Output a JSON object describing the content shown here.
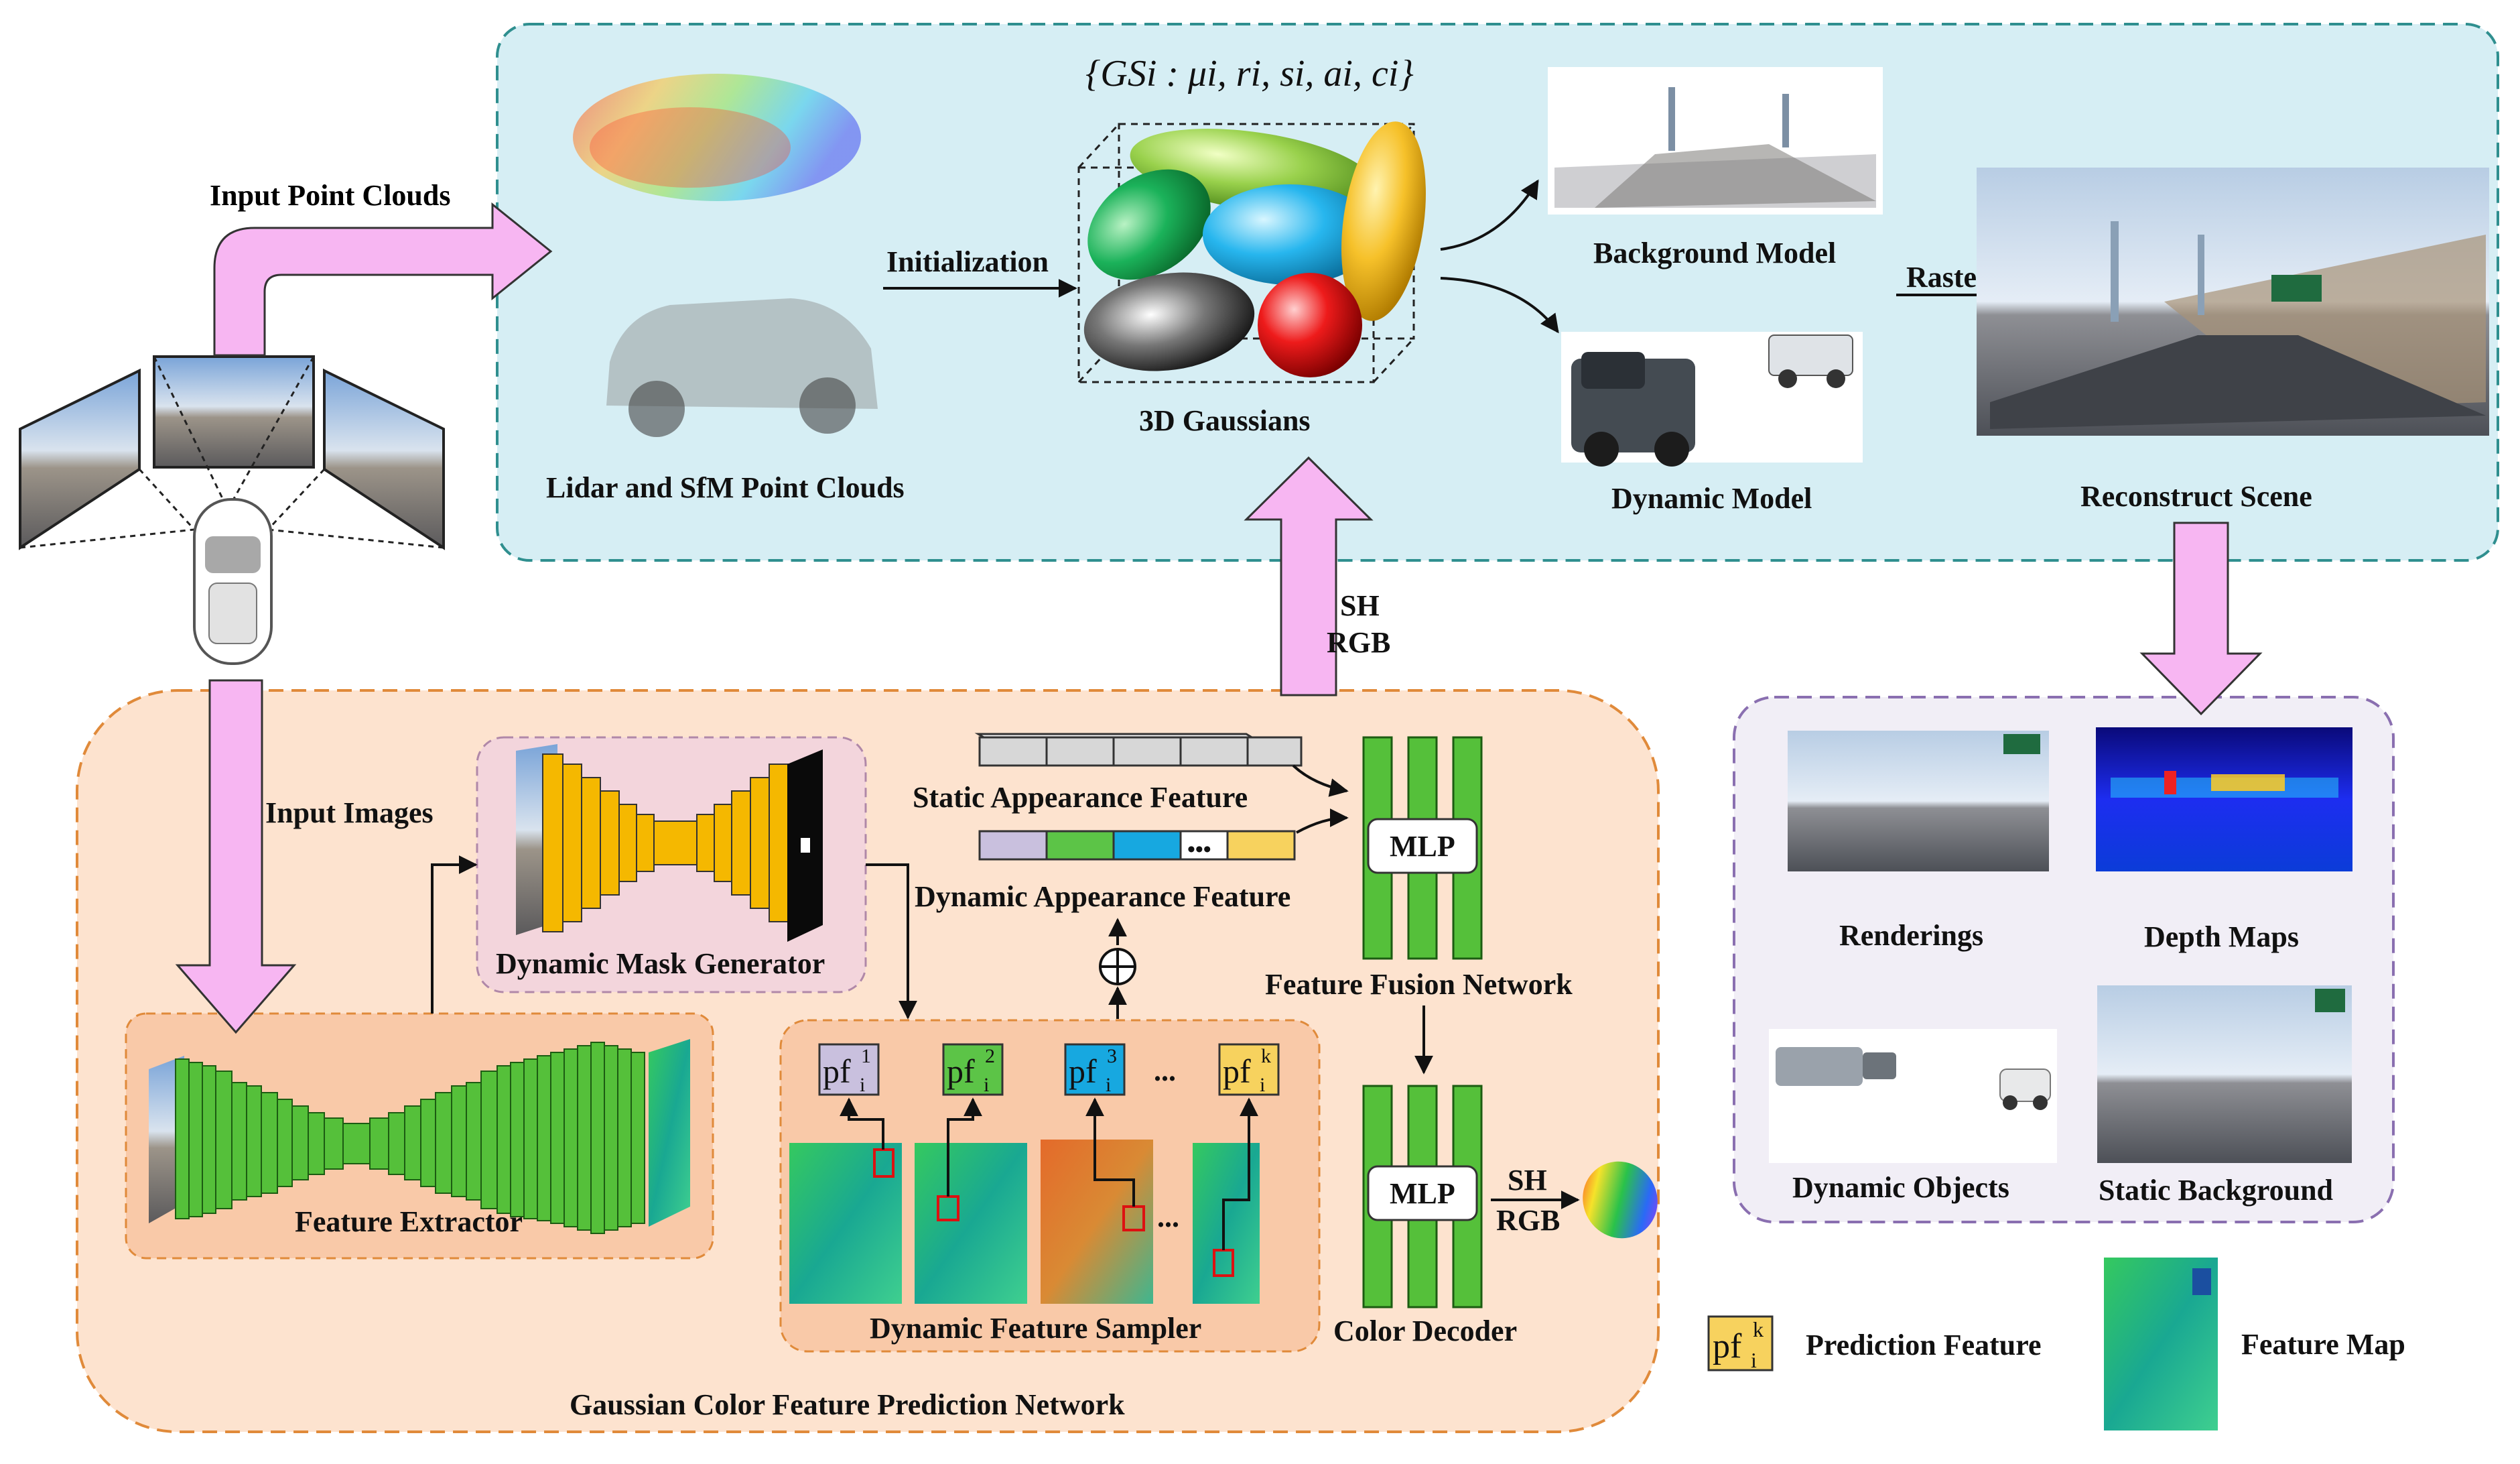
{
  "labels": {
    "input_point_clouds": "Input Point Clouds",
    "lidar_sfm": "Lidar and SfM Point Clouds",
    "initialization": "Initialization",
    "gs_formula": "{GSi : μi, ri, si, ai, ci}",
    "gaussians_3d": "3D Gaussians",
    "background_model": "Background Model",
    "dynamic_model": "Dynamic Model",
    "rasterizer": "Rasterizer",
    "reconstruct_scene": "Reconstruct Scene",
    "sh_1": "SH",
    "rgb_1": "RGB",
    "input_images": "Input Images",
    "dynamic_mask_generator": "Dynamic Mask Generator",
    "feature_extractor": "Feature Extractor",
    "static_appearance_feature": "Static Appearance Feature",
    "dynamic_appearance_feature": "Dynamic Appearance Feature",
    "mlp_fusion": "MLP",
    "feature_fusion_network": "Feature Fusion Network",
    "mlp_decoder": "MLP",
    "color_decoder": "Color Decoder",
    "sh_2": "SH",
    "rgb_2": "RGB",
    "pf_1": "pf",
    "pf_1_sub": "i",
    "pf_1_sup": "1",
    "pf_2": "pf",
    "pf_2_sub": "i",
    "pf_2_sup": "2",
    "pf_3": "pf",
    "pf_3_sub": "i",
    "pf_3_sup": "3",
    "pf_k": "pf",
    "pf_k_sub": "i",
    "pf_k_sup": "k",
    "ellipsis_pf": "...",
    "ellipsis_maps": "...",
    "ellipsis_dyn": "•••",
    "dynamic_feature_sampler": "Dynamic Feature Sampler",
    "gaussian_network": "Gaussian Color Feature Prediction Network",
    "renderings": "Renderings",
    "depth_maps": "Depth Maps",
    "dynamic_objects": "Dynamic Objects",
    "static_background": "Static Background",
    "legend_pf": "pf",
    "legend_pf_sub": "i",
    "legend_pf_sup": "k",
    "prediction_feature": "Prediction Feature",
    "feature_map": "Feature Map"
  },
  "colors": {
    "top_panel_fill": "#d6eef4",
    "top_panel_border": "#2f8f8f",
    "bottom_panel_fill": "#fde3cf",
    "bottom_panel_border": "#e08a3a",
    "inner_box_fill": "#f9c9a8",
    "mask_box_fill": "#f3d5dc",
    "mask_box_border": "#b088a8",
    "right_panel_fill": "#f1eef6",
    "right_panel_border": "#8a6fb0",
    "pink_arrow": "#f7b6f2",
    "green_block": "#55c03a",
    "yellow_block": "#f5b800",
    "pf_1": "#c9c0de",
    "pf_2": "#5cc447",
    "pf_3": "#17a8e0",
    "pf_k": "#f7d25e"
  }
}
